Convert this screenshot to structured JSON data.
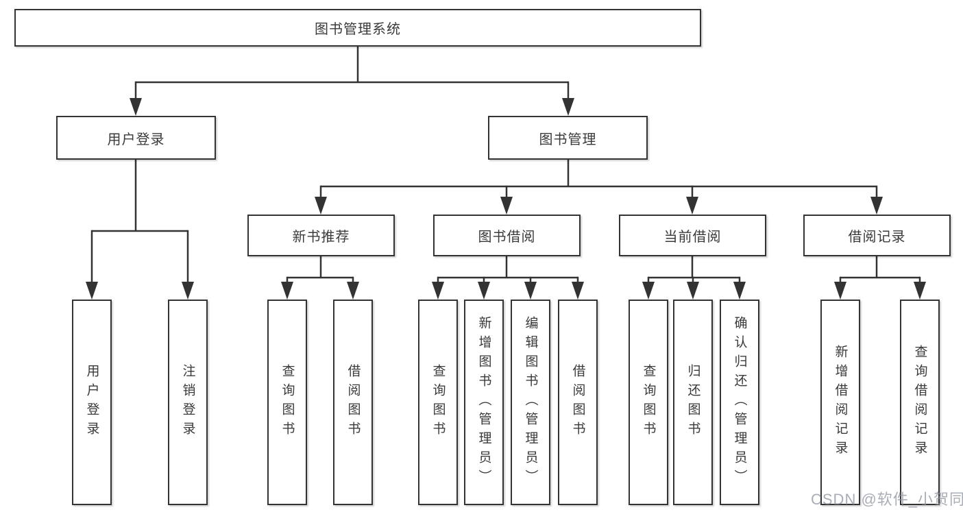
{
  "diagram_title": "图书管理系统",
  "colors": {
    "line": "#333333",
    "box_border": "#333333",
    "text": "#3a3a3a",
    "background": "#ffffff",
    "watermark": "#8c929e"
  },
  "nodes": {
    "root": {
      "label": "图书管理系统",
      "children": [
        "user_login",
        "book_management"
      ]
    },
    "user_login": {
      "label": "用户登录",
      "children": [
        "leaf_user_login",
        "leaf_logout"
      ]
    },
    "book_management": {
      "label": "图书管理",
      "children": [
        "new_book_recommend",
        "book_borrowing",
        "current_borrowing",
        "borrowing_records"
      ]
    },
    "new_book_recommend": {
      "label": "新书推荐",
      "children": [
        "nbr_query_books",
        "nbr_borrow_books"
      ]
    },
    "book_borrowing": {
      "label": "图书借阅",
      "children": [
        "bb_query_books",
        "bb_add_books",
        "bb_edit_books",
        "bb_borrow_books"
      ]
    },
    "current_borrowing": {
      "label": "当前借阅",
      "children": [
        "cb_query_books",
        "cb_return_books",
        "cb_confirm_return"
      ]
    },
    "borrowing_records": {
      "label": "借阅记录",
      "children": [
        "br_add_record",
        "br_query_record"
      ]
    },
    "leaf_user_login": {
      "label": "用户登录"
    },
    "leaf_logout": {
      "label": "注销登录"
    },
    "nbr_query_books": {
      "label": "查询图书"
    },
    "nbr_borrow_books": {
      "label": "借阅图书"
    },
    "bb_query_books": {
      "label": "查询图书"
    },
    "bb_add_books": {
      "label": "新增图书（管理员）"
    },
    "bb_edit_books": {
      "label": "编辑图书（管理员）"
    },
    "bb_borrow_books": {
      "label": "借阅图书"
    },
    "cb_query_books": {
      "label": "查询图书"
    },
    "cb_return_books": {
      "label": "归还图书"
    },
    "cb_confirm_return": {
      "label": "确认归还（管理员）"
    },
    "br_add_record": {
      "label": "新增借阅记录"
    },
    "br_query_record": {
      "label": "查询借阅记录"
    }
  },
  "watermark": {
    "text": "CSDN @软件_小贺同学"
  }
}
